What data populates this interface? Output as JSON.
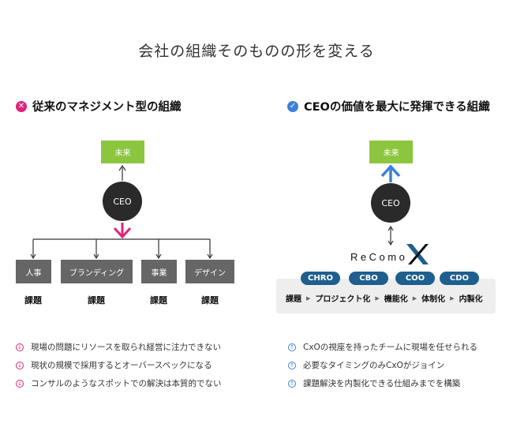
{
  "title": "会社の組織そのものの形を変える",
  "left": {
    "heading": "従来のマネジメント型の組織",
    "future": "未来",
    "ceo": "CEO",
    "departments": [
      "人事",
      "ブランディング",
      "事業",
      "デザイン"
    ],
    "issue_label": "課題",
    "points": [
      "現場の問題にリソースを取られ経営に注力できない",
      "現状の規模で採用するとオーバースペックになる",
      "コンサルのようなスポットでの解決は本質的でない"
    ]
  },
  "right": {
    "heading": "CEOの価値を最大に発揮できる組織",
    "future": "未来",
    "ceo": "CEO",
    "brand": "ReComo",
    "brand_mark": "X",
    "roles": [
      "CHRO",
      "CBO",
      "COO",
      "CDO"
    ],
    "flow": [
      "課題",
      "プロジェクト化",
      "機能化",
      "体制化",
      "内製化"
    ],
    "points": [
      "CxOの視座を持ったチームに現場を任せられる",
      "必要なタイミングのみCxOがジョイン",
      "課題解決を内製化できる仕組みまでを構築"
    ]
  },
  "colors": {
    "negative": "#e0237a",
    "positive": "#3b7fd8",
    "future": "#8cc63f",
    "role": "#1e5f8e"
  }
}
